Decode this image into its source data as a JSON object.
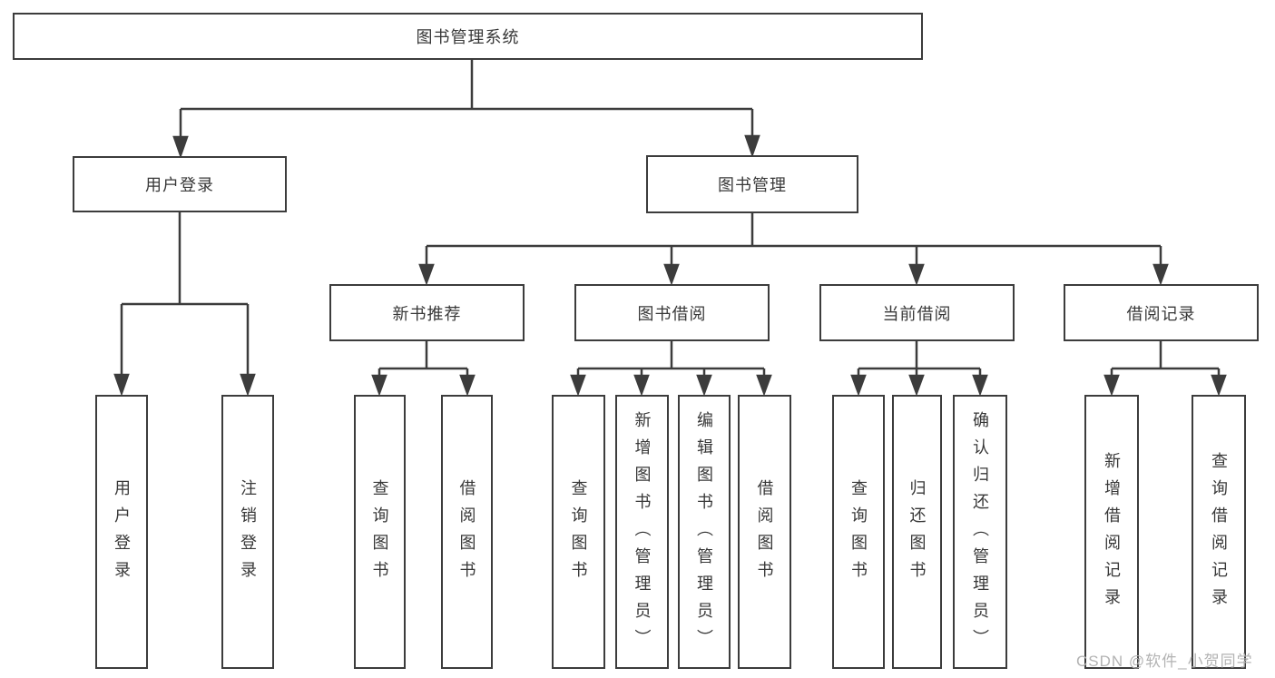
{
  "tree": {
    "root": {
      "label": "图书管理系统"
    },
    "user_login": {
      "label": "用户登录",
      "children": [
        {
          "label": "用户登录"
        },
        {
          "label": "注销登录"
        }
      ]
    },
    "book_mgmt": {
      "label": "图书管理",
      "sections": [
        {
          "label": "新书推荐",
          "children": [
            {
              "label": "查询图书"
            },
            {
              "label": "借阅图书"
            }
          ]
        },
        {
          "label": "图书借阅",
          "children": [
            {
              "label": "查询图书"
            },
            {
              "label": "新增图书（管理员）"
            },
            {
              "label": "编辑图书（管理员）"
            },
            {
              "label": "借阅图书"
            }
          ]
        },
        {
          "label": "当前借阅",
          "children": [
            {
              "label": "查询图书"
            },
            {
              "label": "归还图书"
            },
            {
              "label": "确认归还（管理员）"
            }
          ]
        },
        {
          "label": "借阅记录",
          "children": [
            {
              "label": "新增借阅记录"
            },
            {
              "label": "查询借阅记录"
            }
          ]
        }
      ]
    }
  },
  "watermark": {
    "text": "CSDN @软件_小贺同学"
  },
  "colors": {
    "line": "#3c3c3c",
    "text": "#383838",
    "watermark": "#b3b3b3",
    "background": "#ffffff"
  }
}
